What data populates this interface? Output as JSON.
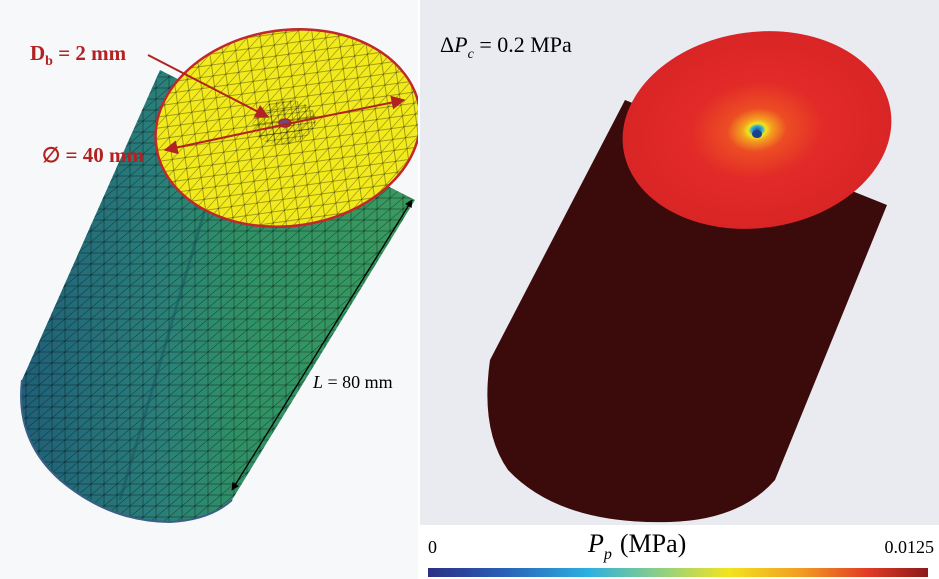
{
  "left_panel": {
    "labels": {
      "bore_diameter_symbol": "D",
      "bore_diameter_subscript": "b",
      "bore_diameter_value": " = 2 mm",
      "outer_diameter": "∅ = 40 mm",
      "length_symbol": "L",
      "length_value": " = 80 mm"
    },
    "colors": {
      "mesh_face": "#f2ea1c",
      "side_green": "#2d8f67",
      "side_teal": "#1f6e7a",
      "annotation_red": "#b22222"
    }
  },
  "right_panel": {
    "labels": {
      "delta": "Δ",
      "pressure_symbol": "P",
      "pressure_subscript": "c",
      "pressure_value": " = 0.2 MPa",
      "colorbar_symbol": "P",
      "colorbar_subscript": "p",
      "colorbar_unit": "(MPa)",
      "colorbar_min": "0",
      "colorbar_max": "0.0125"
    },
    "colors": {
      "face_red": "#e0292a",
      "body_dark": "#3c0a0a",
      "center_spot": "#1b4fa0"
    }
  }
}
